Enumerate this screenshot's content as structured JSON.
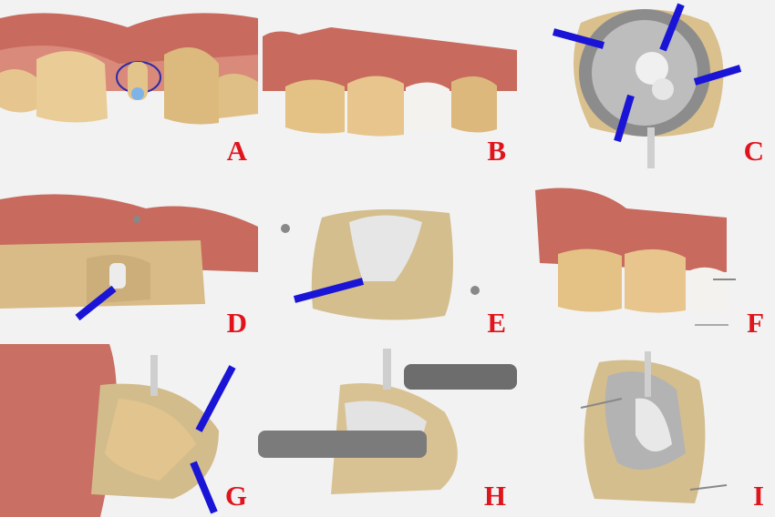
{
  "figure": {
    "panels": [
      {
        "label": "A",
        "description": "intraoral scan of maxillary anterior teeth with prepared abutment outlined"
      },
      {
        "label": "B",
        "description": "scan with designed crown in place"
      },
      {
        "label": "C",
        "description": "occlusal view of guide with arrows"
      },
      {
        "label": "D",
        "description": "guide seated on dentition, arrow at abutment"
      },
      {
        "label": "E",
        "description": "guide section with arrow at internal surface"
      },
      {
        "label": "F",
        "description": "crown with axis markers"
      },
      {
        "label": "G",
        "description": "guide cross-section with two arrows"
      },
      {
        "label": "H",
        "description": "bur guide with cylinders"
      },
      {
        "label": "I",
        "description": "guide interior with direction markers"
      }
    ],
    "colors": {
      "label": "#e0141c",
      "arrow": "#1a14d6",
      "gingiva": "#c86a5e",
      "tooth": "#e6c890",
      "guide": "#d6c08e",
      "metal": "#c8c8c8"
    }
  }
}
